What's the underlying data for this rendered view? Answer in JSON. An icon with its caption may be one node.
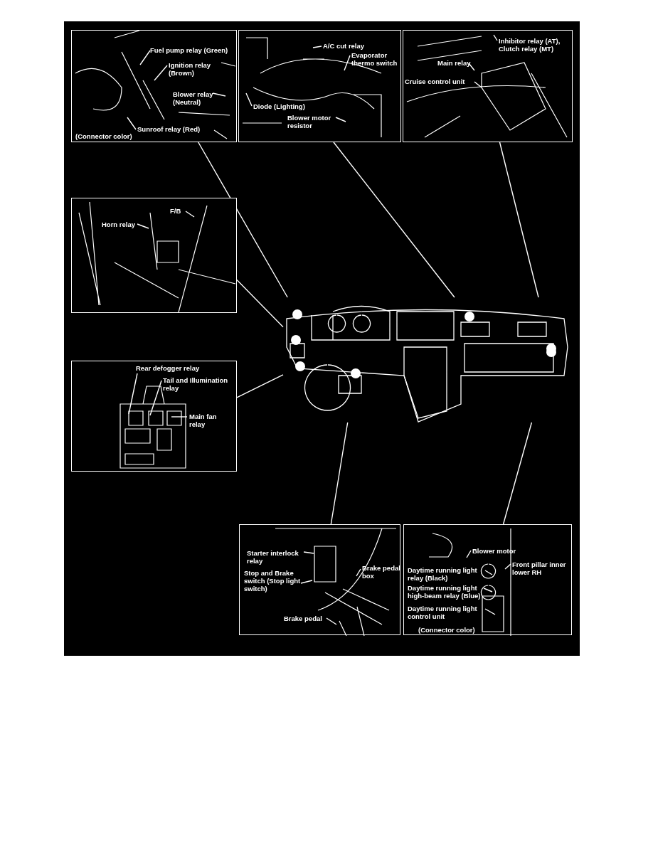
{
  "diagram": {
    "nodes": [
      {
        "text": [],
        "shape": "box"
      },
      {
        "text": [
          "Fuel pump relay (Green)"
        ],
        "in": 0
      },
      {
        "text": [
          "Ignition relay (Brown)"
        ],
        "in": 0
      },
      {
        "text": [
          "Blower relay (Neutral)"
        ],
        "in": 0
      },
      {
        "text": [
          "Sunroof relay (Red)"
        ],
        "in": 0
      },
      {
        "text": [],
        "shape": "box"
      },
      {
        "text": [
          "A/C cut relay"
        ],
        "in": 5
      },
      {
        "text": [
          "Evaporator thermo switch"
        ],
        "in": 5
      },
      {
        "text": [
          "Diode (Lighting)"
        ],
        "in": 5
      },
      {
        "text": [
          "Blower motor resistor"
        ],
        "in": 5
      },
      {
        "text": [],
        "shape": "box"
      },
      {
        "text": [
          "Inhibitor relay (AT), Clutch relay (MT)"
        ],
        "in": 10
      },
      {
        "text": [
          "Main relay"
        ],
        "in": 10
      },
      {
        "text": [
          "Cruise control unit"
        ],
        "in": 10
      },
      {
        "text": [],
        "shape": "box"
      },
      {
        "text": [
          "Horn relay"
        ],
        "in": 14
      },
      {
        "text": [
          "F/B"
        ],
        "in": 14
      },
      {
        "text": [],
        "shape": "box"
      },
      {
        "text": [
          "Rear defogger relay"
        ],
        "in": 17
      },
      {
        "text": [
          "Tail and Illumination relay"
        ],
        "in": 17
      },
      {
        "text": [
          "Main fan relay"
        ],
        "in": 17
      },
      {
        "text": [],
        "shape": "box"
      },
      {
        "text": [
          "Starter interlock relay"
        ],
        "in": 21
      },
      {
        "text": [
          "Stop and Brake switch (Stop light switch)"
        ],
        "in": 21
      },
      {
        "text": [
          "Brake pedal box"
        ],
        "in": 21
      },
      {
        "text": [
          "Brake pedal"
        ],
        "in": 21
      },
      {
        "text": [],
        "shape": "box"
      },
      {
        "text": [
          "Blower motor"
        ],
        "in": 26
      },
      {
        "text": [
          "Front pillar inner lower RH"
        ],
        "in": 26
      },
      {
        "text": [
          "Daytime running light relay (Black)"
        ],
        "in": 26
      },
      {
        "text": [
          "Daytime running light high-beam relay (Blue)"
        ],
        "in": 26
      },
      {
        "text": [
          "Daytime running light control unit"
        ],
        "in": 26
      },
      {
        "text": [],
        "shape": "picture"
      }
    ],
    "edges": [
      {
        "from": 0,
        "to": 32,
        "arrow": "none"
      },
      {
        "from": 5,
        "to": 32,
        "arrow": "none"
      },
      {
        "from": 10,
        "to": 32,
        "arrow": "none"
      },
      {
        "from": 14,
        "to": 32,
        "arrow": "none"
      },
      {
        "from": 17,
        "to": 32,
        "arrow": "none"
      },
      {
        "from": 21,
        "to": 32,
        "arrow": "none"
      },
      {
        "from": 26,
        "to": 32,
        "arrow": "none"
      },
      {
        "from": 1,
        "to": null,
        "arrow": "none"
      },
      {
        "from": 2,
        "to": null,
        "arrow": "none"
      },
      {
        "from": 3,
        "to": null,
        "arrow": "none"
      },
      {
        "from": 4,
        "to": null,
        "arrow": "none"
      },
      {
        "from": 6,
        "to": null,
        "arrow": "none"
      },
      {
        "from": 7,
        "to": null,
        "arrow": "none"
      },
      {
        "from": 8,
        "to": null,
        "arrow": "none"
      },
      {
        "from": 9,
        "to": null,
        "arrow": "none"
      },
      {
        "from": 11,
        "to": null,
        "arrow": "none"
      },
      {
        "from": 12,
        "to": null,
        "arrow": "none"
      },
      {
        "from": 13,
        "to": null,
        "arrow": "none"
      },
      {
        "from": 15,
        "to": null,
        "arrow": "none"
      },
      {
        "from": 16,
        "to": null,
        "arrow": "none"
      },
      {
        "from": 18,
        "to": null,
        "arrow": "none"
      },
      {
        "from": 19,
        "to": null,
        "arrow": "none"
      },
      {
        "from": 20,
        "to": null,
        "arrow": "none"
      },
      {
        "from": 22,
        "to": null,
        "arrow": "none"
      },
      {
        "from": 23,
        "to": null,
        "arrow": "none"
      },
      {
        "from": 24,
        "to": null,
        "arrow": "none"
      },
      {
        "from": 25,
        "to": null,
        "arrow": "none"
      },
      {
        "from": 27,
        "to": null,
        "arrow": "none"
      },
      {
        "from": 28,
        "to": null,
        "arrow": "none"
      },
      {
        "from": 29,
        "to": null,
        "arrow": "none"
      },
      {
        "from": 30,
        "to": null,
        "arrow": "none"
      },
      {
        "from": 31,
        "to": null,
        "arrow": "none"
      }
    ],
    "labels": [
      "(Connector color)",
      "(Connector color)"
    ]
  }
}
